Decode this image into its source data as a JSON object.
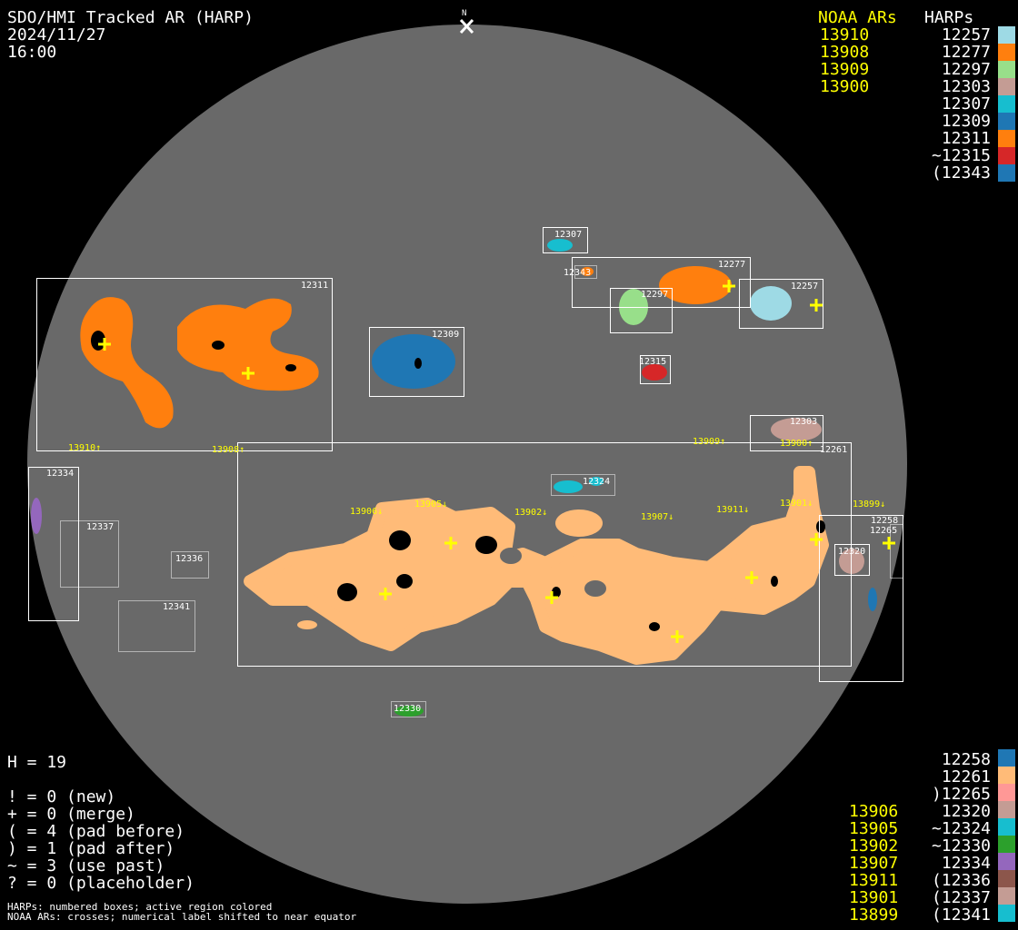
{
  "header": {
    "title": "SDO/HMI Tracked AR (HARP)",
    "date": "2024/11/27",
    "time": "16:00",
    "north": "N"
  },
  "legend_top": {
    "noaa_header": "NOAA ARs",
    "harps_header": "HARPs",
    "noaa": [
      "13910",
      "13908",
      "13909",
      "13900"
    ],
    "harps": [
      {
        "label": "12257",
        "color": "#9edae5"
      },
      {
        "label": "12277",
        "color": "#ff7f0e"
      },
      {
        "label": "12297",
        "color": "#98df8a"
      },
      {
        "label": "12303",
        "color": "#c49c94"
      },
      {
        "label": "12307",
        "color": "#17becf"
      },
      {
        "label": "12309",
        "color": "#1f77b4"
      },
      {
        "label": "12311",
        "color": "#ff7f0e"
      },
      {
        "label": "~12315",
        "color": "#d62728"
      },
      {
        "label": "(12343",
        "color": "#1f77b4"
      }
    ]
  },
  "legend_bottom": {
    "noaa": [
      "13906",
      "13905",
      "13902",
      "13907",
      "13911",
      "13901",
      "13899"
    ],
    "harps": [
      {
        "label": "12258",
        "color": "#1f77b4"
      },
      {
        "label": "12261",
        "color": "#ffbb78"
      },
      {
        "label": ")12265",
        "color": "#ff9896"
      },
      {
        "label": "12320",
        "color": "#c49c94"
      },
      {
        "label": "~12324",
        "color": "#17becf"
      },
      {
        "label": "~12330",
        "color": "#2ca02c"
      },
      {
        "label": "12334",
        "color": "#9467bd"
      },
      {
        "label": "(12336",
        "color": "#8c564b"
      },
      {
        "label": "(12337",
        "color": "#c49c94"
      },
      {
        "label": "(12341",
        "color": "#17becf"
      }
    ]
  },
  "stats": {
    "h": "H = 19",
    "lines": [
      "! = 0 (new)",
      "+ = 0 (merge)",
      "( = 4 (pad before)",
      ") = 1 (pad after)",
      "~ = 3 (use past)",
      "? = 0 (placeholder)"
    ]
  },
  "footer": [
    "HARPs: numbered boxes; active region colored",
    "NOAA ARs: crosses; numerical label shifted to near equator"
  ],
  "disk": {
    "harp_labels": {
      "h12311": "12311",
      "h12309": "12309",
      "h12307": "12307",
      "h12343": "12343",
      "h12277": "12277",
      "h12297": "12297",
      "h12257": "12257",
      "h12315": "12315",
      "h12303": "12303",
      "h12261": "12261",
      "h12324": "12324",
      "h12334": "12334",
      "h12337": "12337",
      "h12336": "12336",
      "h12341": "12341",
      "h12258": "12258",
      "h12265": "12265",
      "h12320": "12320",
      "h12330": "12330"
    },
    "noaa_labels": {
      "n13910": "13910↑",
      "n13908": "13908↑",
      "n13909": "13909↑",
      "n13900": "13900↑",
      "n13906": "13906↓",
      "n13905": "13905↓",
      "n13902": "13902↓",
      "n13907": "13907↓",
      "n13911": "13911↓",
      "n13901": "13901↓",
      "n13899": "13899↓"
    }
  }
}
